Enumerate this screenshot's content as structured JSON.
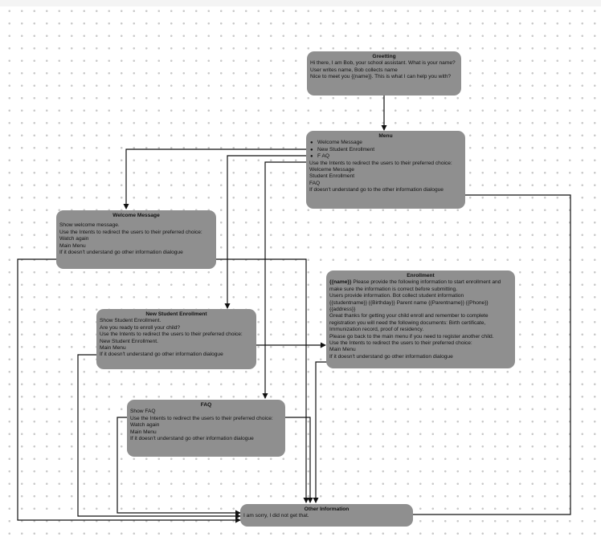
{
  "nodes": {
    "greeting": {
      "title": "Greetting",
      "lines": [
        "Hi there, I am Bob, your school assistant.  What is your name?",
        "User writes name, Bob collects name",
        "Nice to meet you {{name}}. This is what I can help  you with?"
      ]
    },
    "menu": {
      "title": "Menu",
      "bullets": [
        "Welcome Message",
        "New Student Enrollment",
        "F AQ"
      ],
      "lines": [
        "Use the Intents to redirect  the users to their preferred choice:",
        "Welceme Message",
        "Student Enrollment",
        "FAQ",
        "If doesn't understand go to the other information dialogue"
      ]
    },
    "welcome": {
      "title": "Welcome Message",
      "lines": [
        "Show welcome message.",
        "Use the Intents to redirect the users to  their preferred choice:",
        "Watch again",
        "Main Menu",
        "If it doesn't understand go other information dialogue"
      ]
    },
    "enrollment": {
      "title": "Enrollment",
      "lead_bold": "{{name}}",
      "lead_rest": " Please provide the following information to start enrollment and make sure the information is correct before submitting.",
      "lines": [
        "Users provide information. Bot collect student information",
        " {{studentname}} {{Birthday}}  Parent name {{Parentname}} {{Phone}}",
        "{{address}}",
        " Great thanks for getting your child enroll and remember to complete",
        "registration you will need the following documents: Birth certificate,",
        "Immunization record, proof of residency.",
        "Please go back to the main menu if you need to register another child.",
        "Use the Intents to redirect the users to their preferred choice:",
        "Main Menu",
        "If it doesn't understand go other information dialogue"
      ]
    },
    "new_student": {
      "title": "New Student Enrollment",
      "lines": [
        "Show Student Enrollment.",
        "Are you ready to enroll your child?",
        "Use the Intents to redirect the users to  their preferred choice:",
        "New Student Enrollment.",
        "Main Menu",
        "If it doesn't understand go other information dialogue"
      ]
    },
    "faq": {
      "title": "FAQ",
      "lines": [
        "Show FAQ",
        "Use the Intents to redirect the users to  their preferred choice:",
        "Watch again",
        "Main Menu",
        "If it doesn't understand go other information dialogue"
      ]
    },
    "other": {
      "title": "Other Information",
      "lines": [
        "I am sorry, I did not get that."
      ]
    }
  },
  "colors": {
    "node_fill": "#8f8f8f",
    "connector": "#111111",
    "dots": "#c9c9c9"
  }
}
